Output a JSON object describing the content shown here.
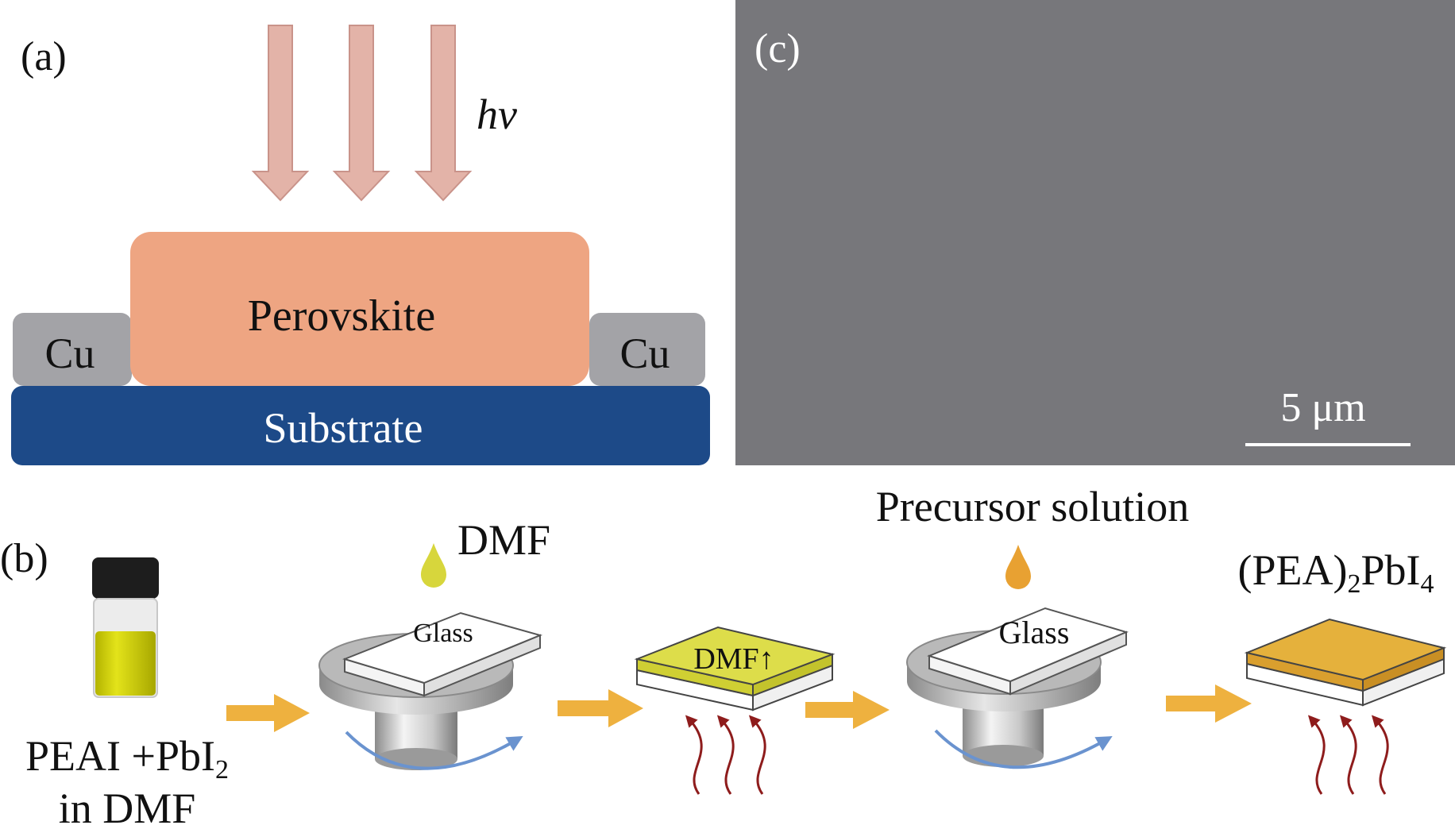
{
  "panel_a": {
    "label": "(a)",
    "light_label": "hv",
    "perovskite_label": "Perovskite",
    "left_electrode_label": "Cu",
    "right_electrode_label": "Cu",
    "substrate_label": "Substrate",
    "colors": {
      "arrow": "#e3b3a8",
      "perovskite": "#eea582",
      "electrode": "#a3a3a7",
      "substrate": "#1d4a88"
    }
  },
  "panel_c": {
    "label": "(c)",
    "scale_bar_label": "5 μm",
    "colors": {
      "background": "#77777b"
    }
  },
  "panel_b": {
    "label": "(b)",
    "vial_label_line1": "PEAI +PbI",
    "vial_label_line1_sub": "2",
    "vial_label_line2": "in DMF",
    "step1_drop_label": "DMF",
    "step1_glass_label": "Glass",
    "step2_film_label": "DMF↑",
    "step3_drop_label": "Precursor solution",
    "step3_glass_label": "Glass",
    "product_label_pre": "(PEA)",
    "product_label_sub1": "2",
    "product_label_mid": "PbI",
    "product_label_sub2": "4",
    "colors": {
      "flow_arrow": "#eeb13f",
      "dmf_drop": "#d7d63c",
      "precursor_drop": "#e8a132",
      "dmf_film": "#dddd4a",
      "product_film": "#e5b13c",
      "heat_arrow": "#8e1c1c",
      "spin_arrow": "#6a93cf"
    }
  }
}
